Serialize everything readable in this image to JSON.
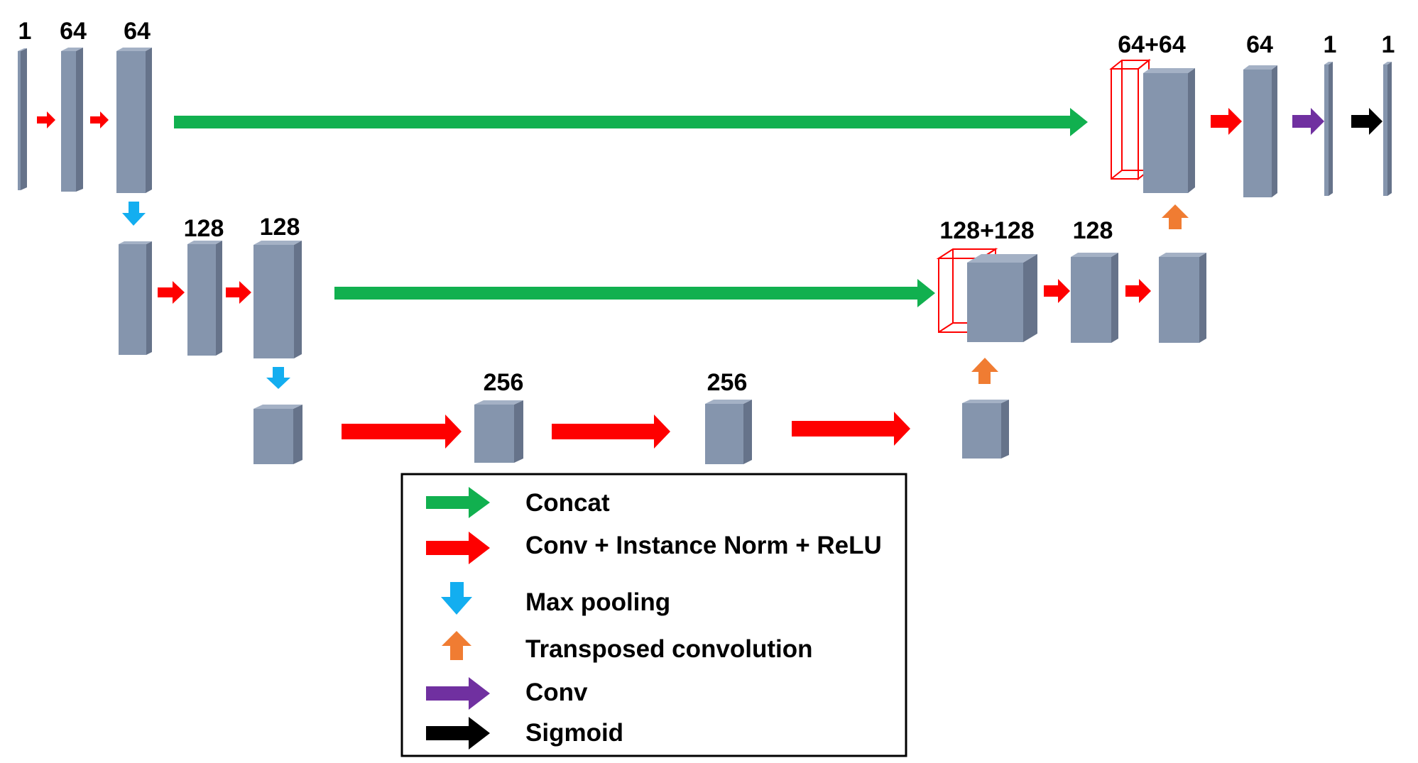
{
  "colors": {
    "block_front": "#8595ad",
    "block_side": "#66738a",
    "block_top": "#a4b1c5",
    "concat": "#11b04f",
    "conv_norm_relu": "#fe0000",
    "max_pooling": "#13aef0",
    "transposed_conv": "#f07c32",
    "conv": "#7030a0",
    "sigmoid": "#000000",
    "concat_outline": "#fe0000"
  },
  "labels": {
    "enc1_in": "1",
    "enc1_a": "64",
    "enc1_b": "64",
    "enc2_a": "128",
    "enc2_b": "128",
    "bottleneck_a": "256",
    "bottleneck_b": "256",
    "dec2_concat": "128+128",
    "dec2_conv": "128",
    "dec1_concat": "64+64",
    "dec1_conv": "64",
    "out_a": "1",
    "out_b": "1"
  },
  "legend": {
    "items": [
      {
        "icon": "green-arrow-icon",
        "label": "Concat"
      },
      {
        "icon": "red-arrow-icon",
        "label": "Conv + Instance Norm + ReLU"
      },
      {
        "icon": "blue-down-arrow-icon",
        "label": "Max pooling"
      },
      {
        "icon": "orange-up-arrow-icon",
        "label": "Transposed convolution"
      },
      {
        "icon": "purple-arrow-icon",
        "label": "Conv"
      },
      {
        "icon": "black-arrow-icon",
        "label": "Sigmoid"
      }
    ]
  }
}
